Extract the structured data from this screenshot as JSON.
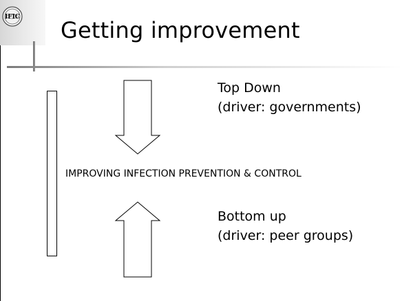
{
  "slide": {
    "title": "Getting improvement",
    "logo_text": "IFIC",
    "top_down_label": "Top Down",
    "top_down_driver": "(driver: governments)",
    "center_text": "IMPROVING INFECTION PREVENTION & CONTROL",
    "bottom_up_label": "Bottom up",
    "bottom_up_driver": "(driver: peer groups)"
  },
  "colors": {
    "text": "#000000",
    "background": "#ffffff",
    "accent_gray": "#8a8a8a"
  }
}
